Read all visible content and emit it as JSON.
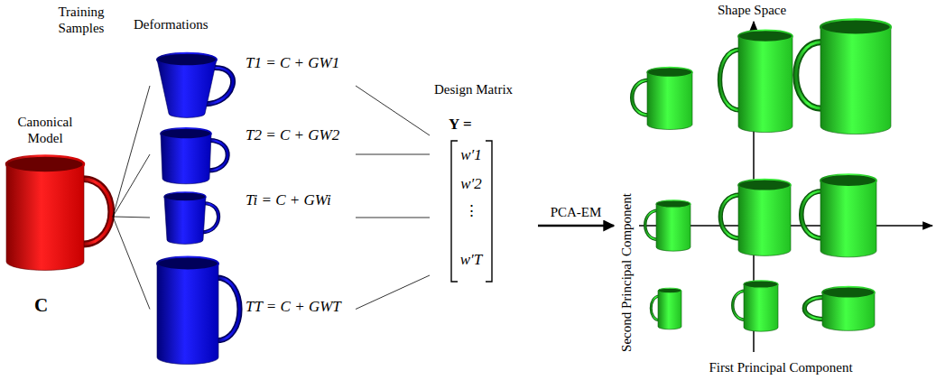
{
  "diagram": {
    "nodes": [
      {
        "text": [
          "Canonical Model",
          "C"
        ]
      },
      {
        "text": [
          "T1 = C + GW1"
        ]
      },
      {
        "text": [
          "T2 = C + GW2"
        ]
      },
      {
        "text": [
          "Ti = C + GWi"
        ]
      },
      {
        "text": [
          "TT = C + GWT"
        ]
      },
      {
        "text": [
          "Design Matrix",
          "Y =",
          "w′1",
          "w′2",
          "⋮",
          "w′T"
        ]
      },
      {
        "text": [
          "Shape Space",
          "Second Principal Component",
          "First Principal Component"
        ]
      }
    ],
    "edges": [
      {
        "from": 0,
        "to": 1,
        "arrow": "none"
      },
      {
        "from": 0,
        "to": 2,
        "arrow": "none"
      },
      {
        "from": 0,
        "to": 3,
        "arrow": "none"
      },
      {
        "from": 0,
        "to": 4,
        "arrow": "none"
      },
      {
        "from": 1,
        "to": 5,
        "arrow": "none"
      },
      {
        "from": 2,
        "to": 5,
        "arrow": "none"
      },
      {
        "from": 3,
        "to": 5,
        "arrow": "none"
      },
      {
        "from": 4,
        "to": 5,
        "arrow": "none"
      },
      {
        "from": 5,
        "to": 6,
        "label": "PCA-EM",
        "arrow": "to"
      }
    ],
    "labels": [
      "Training Samples",
      "Deformations"
    ]
  }
}
